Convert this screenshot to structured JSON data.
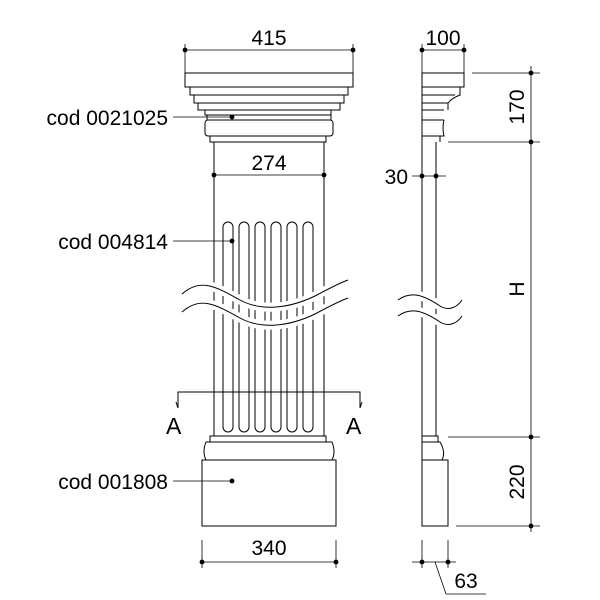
{
  "dimensions": {
    "capital_width": "415",
    "shaft_width": "274",
    "base_width": "340",
    "side_depth": "100",
    "side_base_depth": "63",
    "shaft_offset": "30",
    "capital_height": "170",
    "shaft_height": "H",
    "base_height": "220"
  },
  "codes": {
    "capital": "cod 0021025",
    "shaft": "cod 004814",
    "base": "cod 001808"
  },
  "section": {
    "left_mark": "A",
    "right_mark": "A"
  }
}
